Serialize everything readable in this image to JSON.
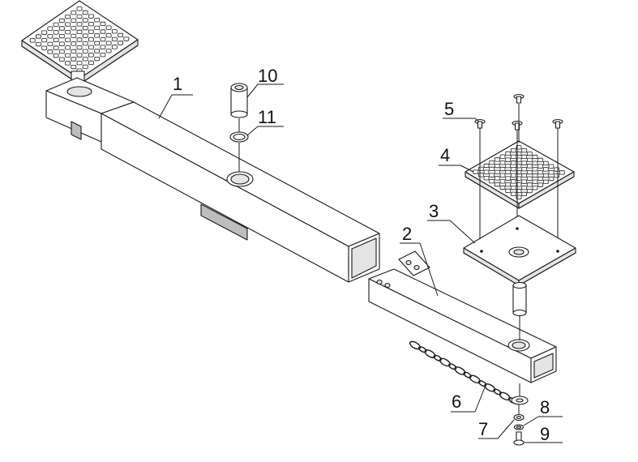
{
  "callouts": [
    {
      "id": "1",
      "label": "1"
    },
    {
      "id": "2",
      "label": "2"
    },
    {
      "id": "3",
      "label": "3"
    },
    {
      "id": "4",
      "label": "4"
    },
    {
      "id": "5",
      "label": "5"
    },
    {
      "id": "6",
      "label": "6"
    },
    {
      "id": "7",
      "label": "7"
    },
    {
      "id": "8",
      "label": "8"
    },
    {
      "id": "9",
      "label": "9"
    },
    {
      "id": "10",
      "label": "10"
    },
    {
      "id": "11",
      "label": "11"
    }
  ],
  "colors": {
    "line": "#1a1a1a",
    "background": "#ffffff",
    "shade": "#e4e4e4"
  }
}
